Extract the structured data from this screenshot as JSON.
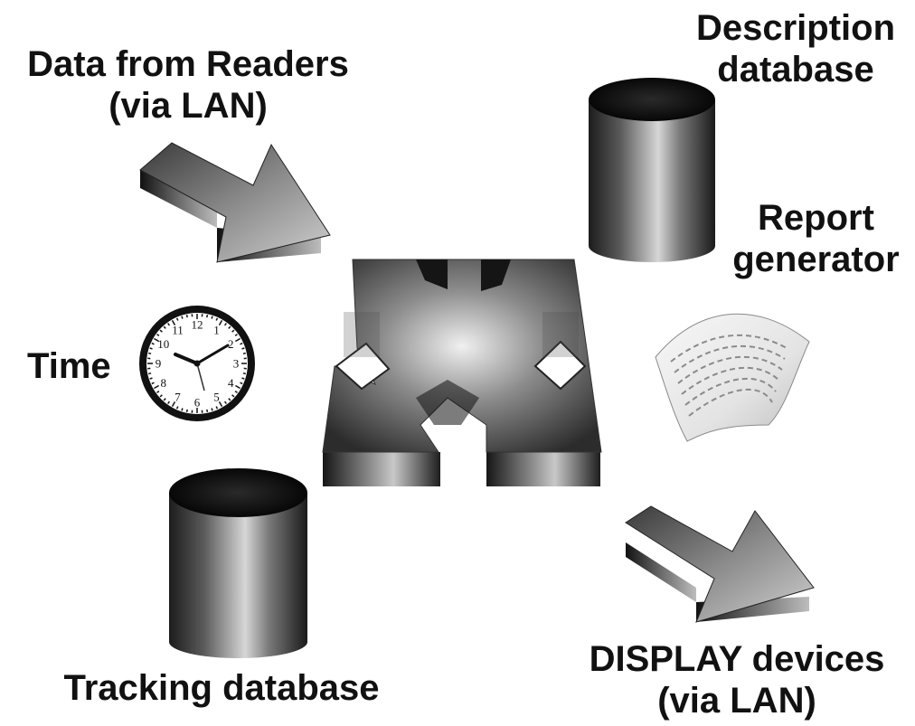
{
  "labels": {
    "readers": {
      "line1": "Data from Readers",
      "line2": "(via LAN)"
    },
    "description_db": {
      "line1": "Description",
      "line2": "database"
    },
    "report": {
      "line1": "Report",
      "line2": "generator"
    },
    "time": "Time",
    "tracking_db": "Tracking database",
    "display": {
      "line1": "DISPLAY devices",
      "line2": "(via LAN)"
    }
  },
  "clock": {
    "numbers": [
      "12",
      "1",
      "2",
      "3",
      "4",
      "5",
      "6",
      "7",
      "8",
      "9",
      "10",
      "11"
    ],
    "time_shown": "10:09"
  },
  "icons": {
    "central_hub": "four-way-arrow-hub-icon",
    "input_arrow": "arrow-right-down-icon",
    "output_arrow": "arrow-right-down-icon",
    "databases": "cylinder-icon",
    "report": "paper-scroll-icon",
    "time": "clock-icon"
  }
}
